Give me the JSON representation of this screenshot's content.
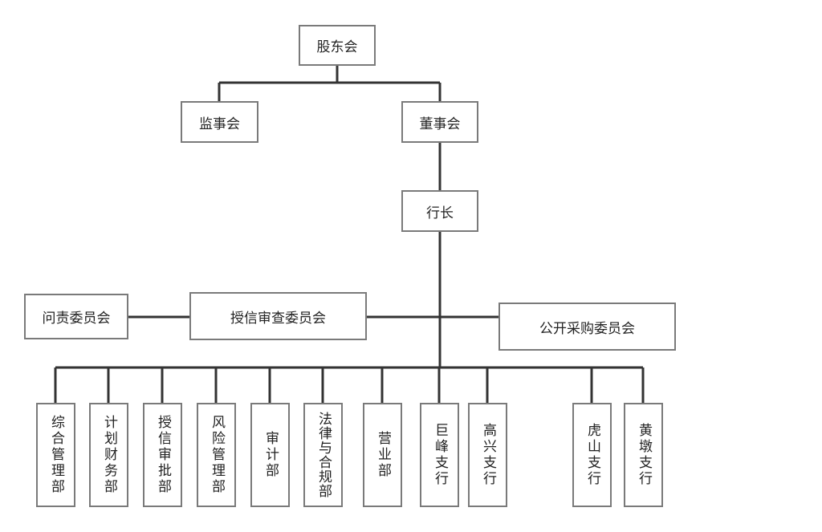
{
  "org_chart": {
    "shareholders": "股东会",
    "supervisors": "监事会",
    "board": "董事会",
    "president": "行长",
    "accountability_committee": "问责委员会",
    "credit_review_committee": "授信审查委员会",
    "procurement_committee": "公开采购委员会",
    "departments": [
      "综合管理部",
      "计划财务部",
      "授信审批部",
      "风险管理部",
      "审计部",
      "法律与合规部",
      "营业部",
      "巨峰支行",
      "高兴支行",
      "虎山支行",
      "黄墩支行"
    ]
  }
}
